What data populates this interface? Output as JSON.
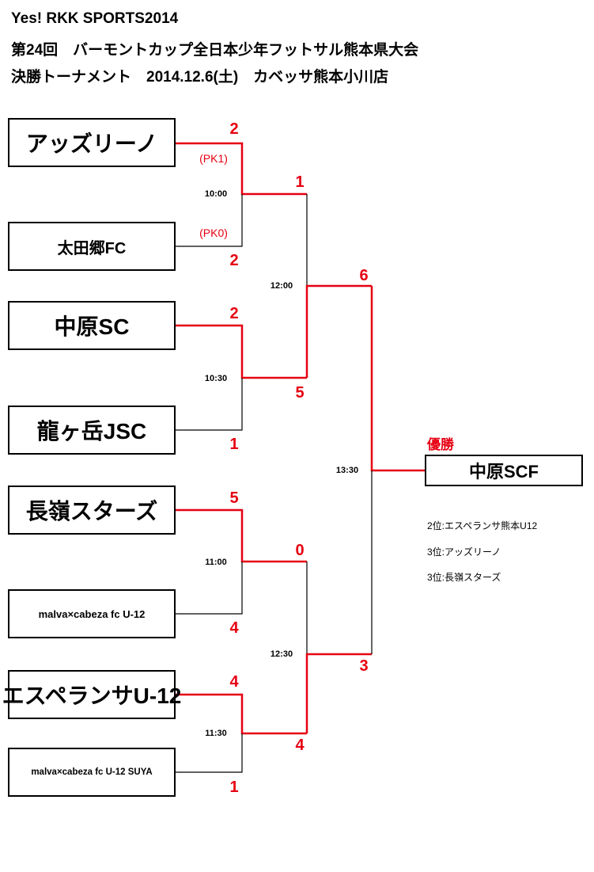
{
  "header": {
    "line1": "Yes! RKK SPORTS2014",
    "line2": "第24回　バーモントカップ全日本少年フットサル熊本県大会",
    "line3": "決勝トーナメント　2014.12.6(土)　カベッサ熊本小川店"
  },
  "teams": [
    "アッズリーノ",
    "太田郷FC",
    "中原SC",
    "龍ヶ岳JSC",
    "長嶺スターズ",
    "malva×cabeza fc U-12",
    "エスペランサU-12",
    "malva×cabeza fc U-12 SUYA"
  ],
  "scores": {
    "r1": [
      "2",
      "2",
      "2",
      "1",
      "5",
      "4",
      "4",
      "1"
    ],
    "r2": [
      "1",
      "5",
      "0",
      "4"
    ],
    "semi": [
      "6",
      "3"
    ]
  },
  "pk": [
    "(PK1)",
    "(PK0)"
  ],
  "times": {
    "r1": [
      "10:00",
      "10:30",
      "11:00",
      "11:30"
    ],
    "r2": [
      "12:00",
      "12:30"
    ],
    "final": "13:30"
  },
  "champion": {
    "label": "優勝",
    "team": "中原SCF"
  },
  "rankings": [
    "2位:エスペランサ熊本U12",
    "3位:アッズリーノ",
    "3位:長嶺スターズ"
  ],
  "colors": {
    "winner_line": "#e60012",
    "line": "#000000",
    "score": "#e60012"
  }
}
